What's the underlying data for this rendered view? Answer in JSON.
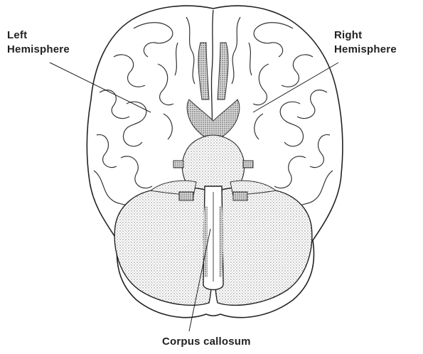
{
  "labels": {
    "left_line1": "Left",
    "left_line2": "Hemisphere",
    "right_line1": "Right",
    "right_line2": "Hemisphere",
    "bottom": "Corpus callosum"
  },
  "colors": {
    "outline": "#222222",
    "stipple": "#8a8a8a",
    "background": "#ffffff"
  }
}
